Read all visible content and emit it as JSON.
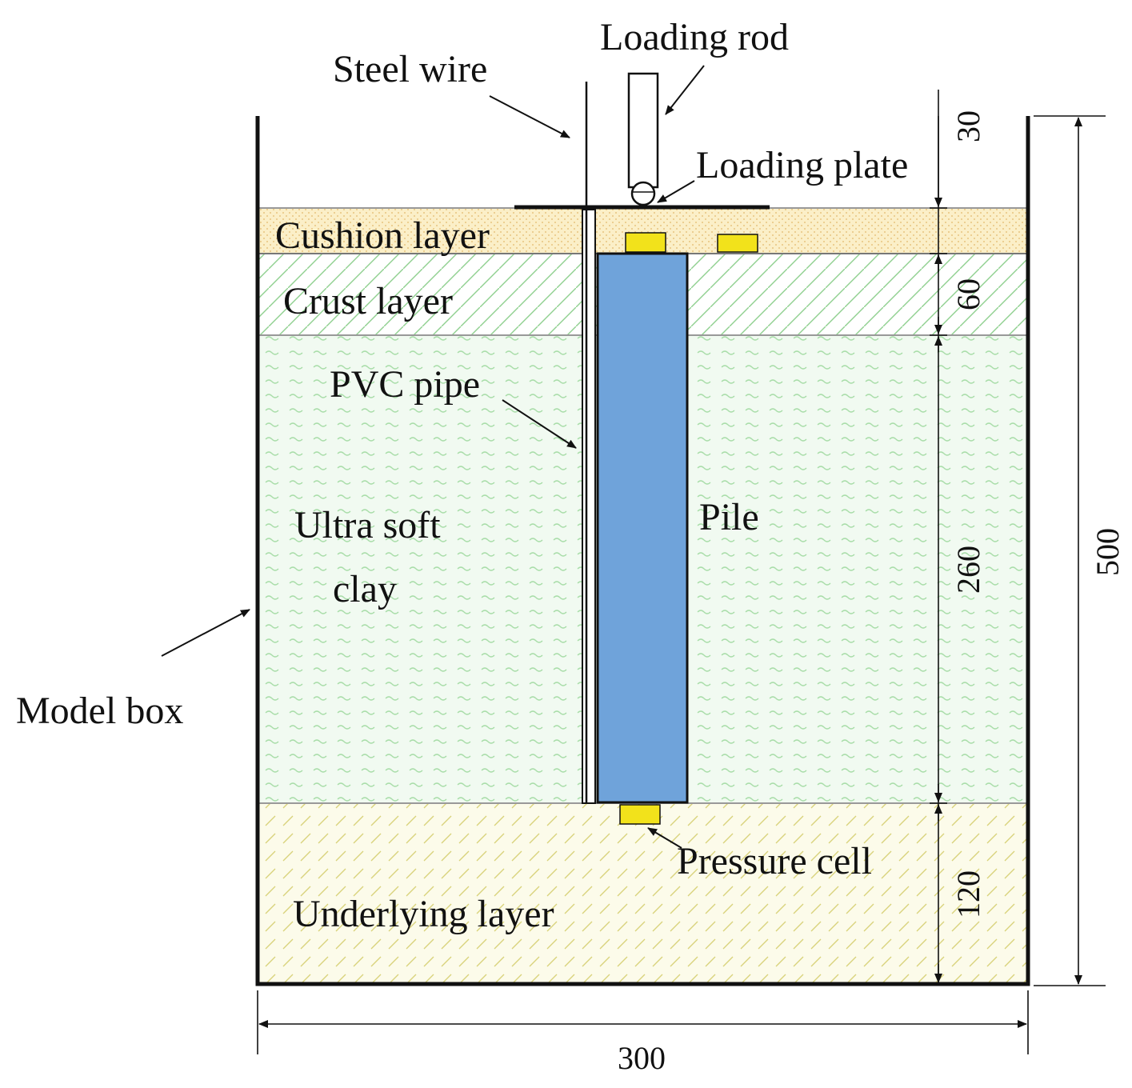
{
  "labels": {
    "loading_rod": "Loading rod",
    "steel_wire": "Steel wire",
    "loading_plate": "Loading plate",
    "cushion_layer": "Cushion layer",
    "crust_layer": "Crust layer",
    "pvc_pipe": "PVC pipe",
    "ultra_soft_clay_1": "Ultra soft",
    "ultra_soft_clay_2": "clay",
    "pile": "Pile",
    "model_box": "Model box",
    "pressure_cell": "Pressure cell",
    "underlying_layer": "Underlying layer"
  },
  "dimensions": {
    "gap_top": "30",
    "crust": "60",
    "soft_clay": "260",
    "underlying": "120",
    "total_height": "500",
    "width": "300"
  },
  "colors": {
    "cushion_fill": "#FBEFC8",
    "cushion_dots": "#E2B86A",
    "crust_hatch": "#8FD08F",
    "clay_fill": "#F1FAF1",
    "clay_wave": "#A9DDA9",
    "underlying_fill": "#FCFBEA",
    "underlying_hatch": "#D9D27A",
    "pile_fill": "#6FA3DA",
    "pressure_cell": "#F2E21B",
    "line": "#111111"
  }
}
